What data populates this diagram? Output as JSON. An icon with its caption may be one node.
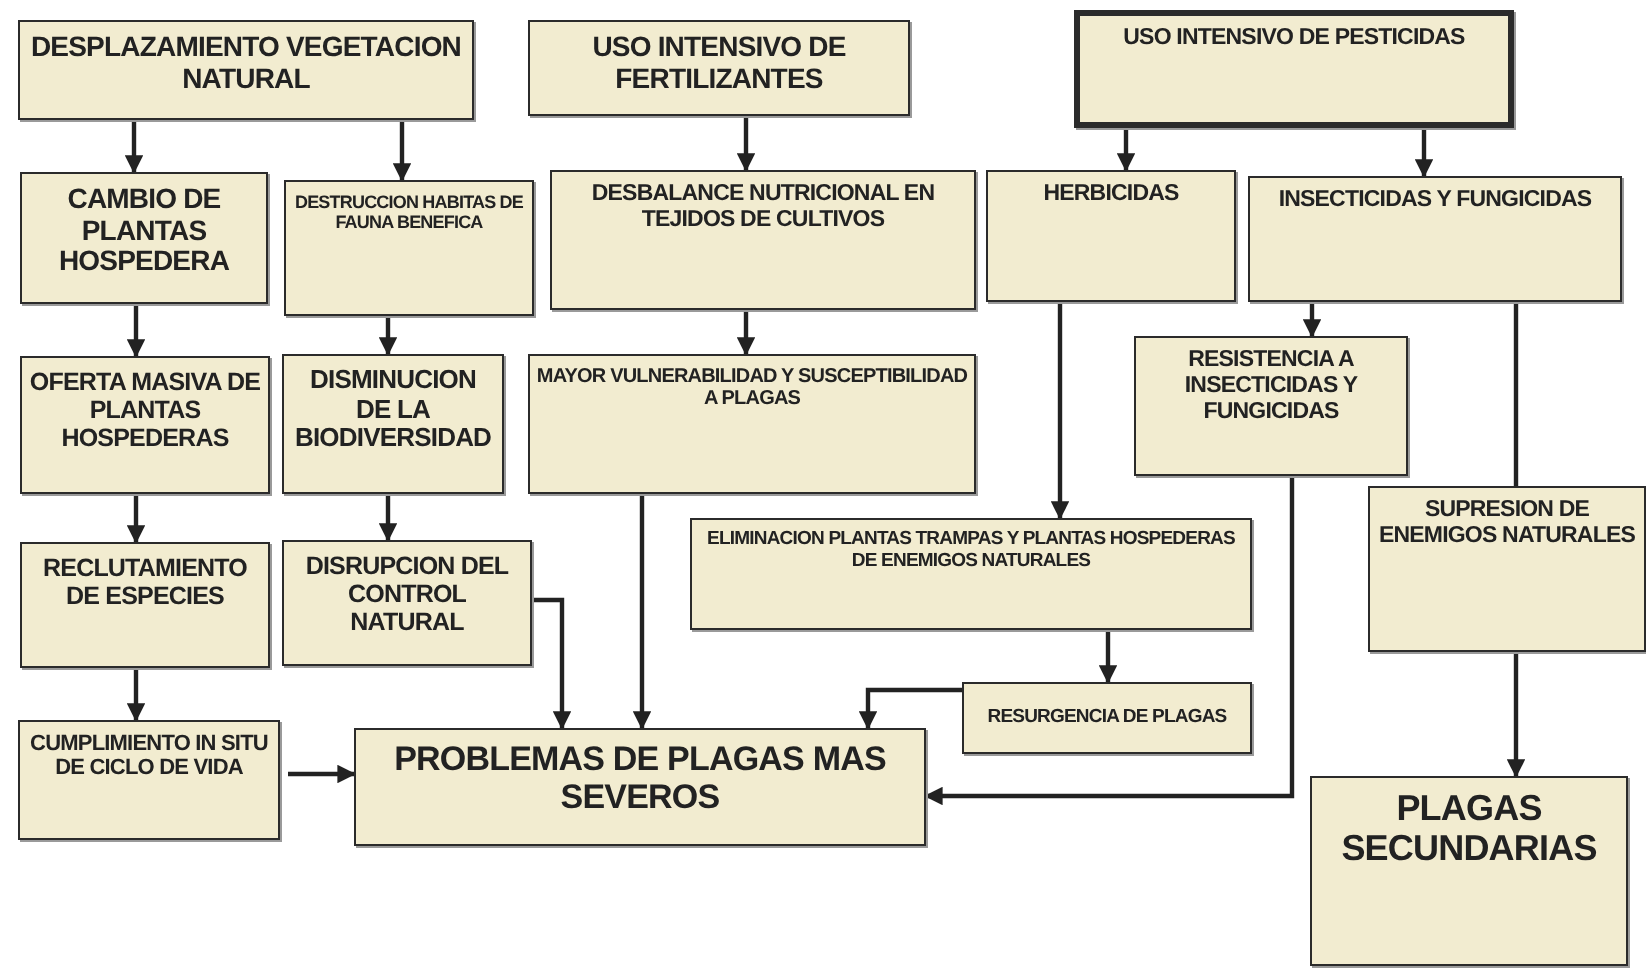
{
  "diagram": {
    "nodes": [
      {
        "text": [
          "DESPLAZAMIENTO VEGETACION NATURAL"
        ]
      },
      {
        "text": [
          "USO INTENSIVO DE FERTILIZANTES"
        ]
      },
      {
        "text": [
          "USO INTENSIVO DE PESTICIDAS"
        ]
      },
      {
        "text": [
          "CAMBIO DE PLANTAS HOSPEDERA"
        ]
      },
      {
        "text": [
          "DESTRUCCION HABITAS DE FAUNA BENEFICA"
        ]
      },
      {
        "text": [
          "DESBALANCE NUTRICIONAL EN TEJIDOS DE CULTIVOS"
        ]
      },
      {
        "text": [
          "HERBICIDAS"
        ]
      },
      {
        "text": [
          "INSECTICIDAS Y FUNGICIDAS"
        ]
      },
      {
        "text": [
          "OFERTA MASIVA DE PLANTAS HOSPEDERAS"
        ]
      },
      {
        "text": [
          "DISMINUCION DE LA BIODIVERSIDAD"
        ]
      },
      {
        "text": [
          "MAYOR VULNERABILIDAD Y SUSCEPTIBILIDAD A PLAGAS"
        ]
      },
      {
        "text": [
          "RESISTENCIA A INSECTICIDAS Y FUNGICIDAS"
        ]
      },
      {
        "text": [
          "RECLUTAMIENTO DE ESPECIES"
        ]
      },
      {
        "text": [
          "DISRUPCION DEL CONTROL NATURAL"
        ]
      },
      {
        "text": [
          "ELIMINACION PLANTAS TRAMPAS Y PLANTAS HOSPEDERAS DE ENEMIGOS NATURALES"
        ]
      },
      {
        "text": [
          "SUPRESION DE ENEMIGOS NATURALES"
        ]
      },
      {
        "text": [
          "CUMPLIMIENTO IN SITU DE CICLO DE VIDA"
        ]
      },
      {
        "text": [
          "PROBLEMAS DE PLAGAS MAS SEVEROS"
        ]
      },
      {
        "text": [
          "RESURGENCIA DE PLAGAS"
        ]
      },
      {
        "text": [
          "PLAGAS SECUNDARIAS"
        ]
      }
    ],
    "edges": [
      {
        "from": 0,
        "to": 3,
        "arrow": "to"
      },
      {
        "from": 0,
        "to": 4,
        "arrow": "to"
      },
      {
        "from": 1,
        "to": 5,
        "arrow": "to"
      },
      {
        "from": 2,
        "to": 6,
        "arrow": "to"
      },
      {
        "from": 2,
        "to": 7,
        "arrow": "to"
      },
      {
        "from": 3,
        "to": 8,
        "arrow": "to"
      },
      {
        "from": 4,
        "to": 9,
        "arrow": "to"
      },
      {
        "from": 5,
        "to": 10,
        "arrow": "to"
      },
      {
        "from": 7,
        "to": 11,
        "arrow": "to"
      },
      {
        "from": 8,
        "to": 12,
        "arrow": "to"
      },
      {
        "from": 9,
        "to": 13,
        "arrow": "to"
      },
      {
        "from": 12,
        "to": 16,
        "arrow": "to"
      },
      {
        "from": 16,
        "to": 17,
        "arrow": "to"
      },
      {
        "from": 13,
        "to": 17,
        "arrow": "to"
      },
      {
        "from": 10,
        "to": 17,
        "arrow": "to"
      },
      {
        "from": 6,
        "to": 14,
        "arrow": "to"
      },
      {
        "from": 14,
        "to": 18,
        "arrow": "to"
      },
      {
        "from": 18,
        "to": 17,
        "arrow": "to"
      },
      {
        "from": 11,
        "to": 17,
        "arrow": "to"
      },
      {
        "from": 7,
        "to": 15,
        "arrow": "none"
      },
      {
        "from": 15,
        "to": 19,
        "arrow": "to"
      }
    ]
  }
}
